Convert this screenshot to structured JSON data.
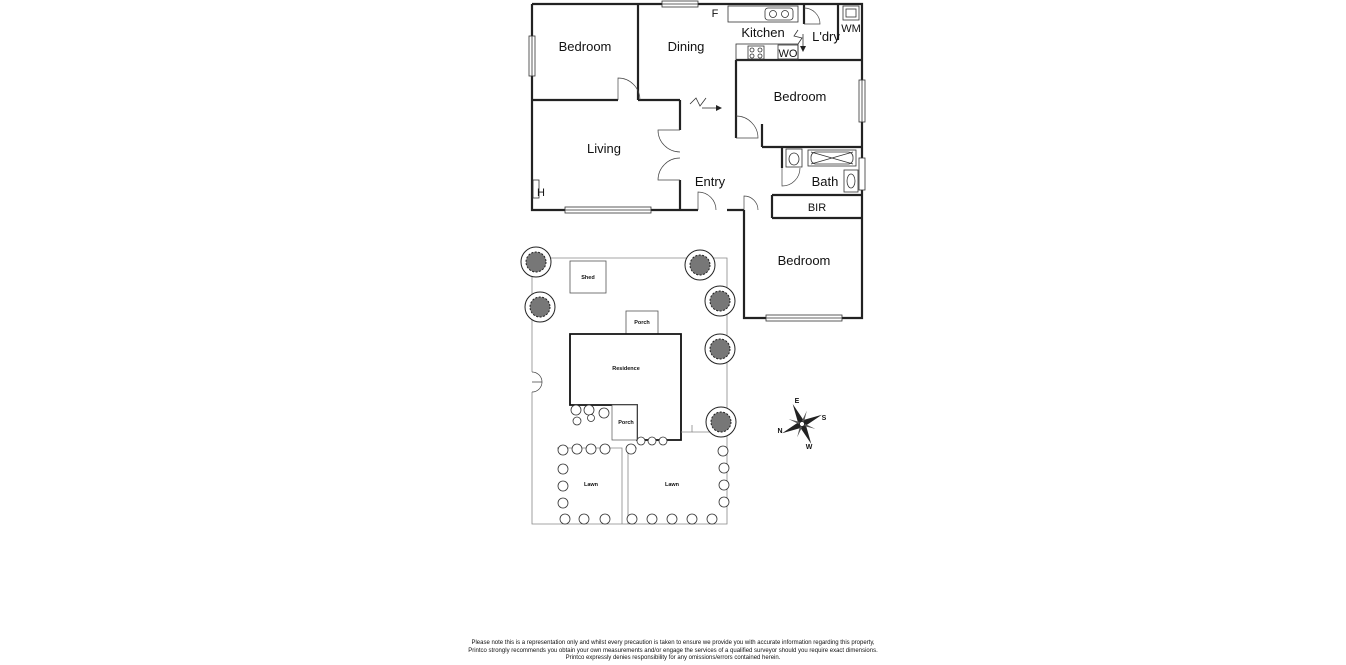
{
  "floor_plan": {
    "rooms": {
      "bedroom_nw": "Bedroom",
      "dining": "Dining",
      "kitchen": "Kitchen",
      "laundry": "L'dry",
      "washing_machine": "WM",
      "fridge": "F",
      "wall_oven": "WO",
      "bedroom_e": "Bedroom",
      "living": "Living",
      "heater": "H",
      "entry": "Entry",
      "bath": "Bath",
      "bir": "BIR",
      "bedroom_se": "Bedroom"
    }
  },
  "site_plan": {
    "shed": "Shed",
    "porch_top": "Porch",
    "residence": "Residence",
    "porch_bottom": "Porch",
    "lawn_left": "Lawn",
    "lawn_right": "Lawn"
  },
  "compass": {
    "e": "E",
    "s": "S",
    "n": "N",
    "w": "W"
  },
  "disclaimer": {
    "line1": "Please note this is a representation only and whilst every precaution is taken to ensure we provide you with accurate information regarding this property,",
    "line2": "Printco strongly recommends you obtain your own measurements and/or engage the services of a qualified surveyor should you require exact dimensions.",
    "line3": "Printco expressly denies responsibility for any omissions/errors contained herein."
  }
}
